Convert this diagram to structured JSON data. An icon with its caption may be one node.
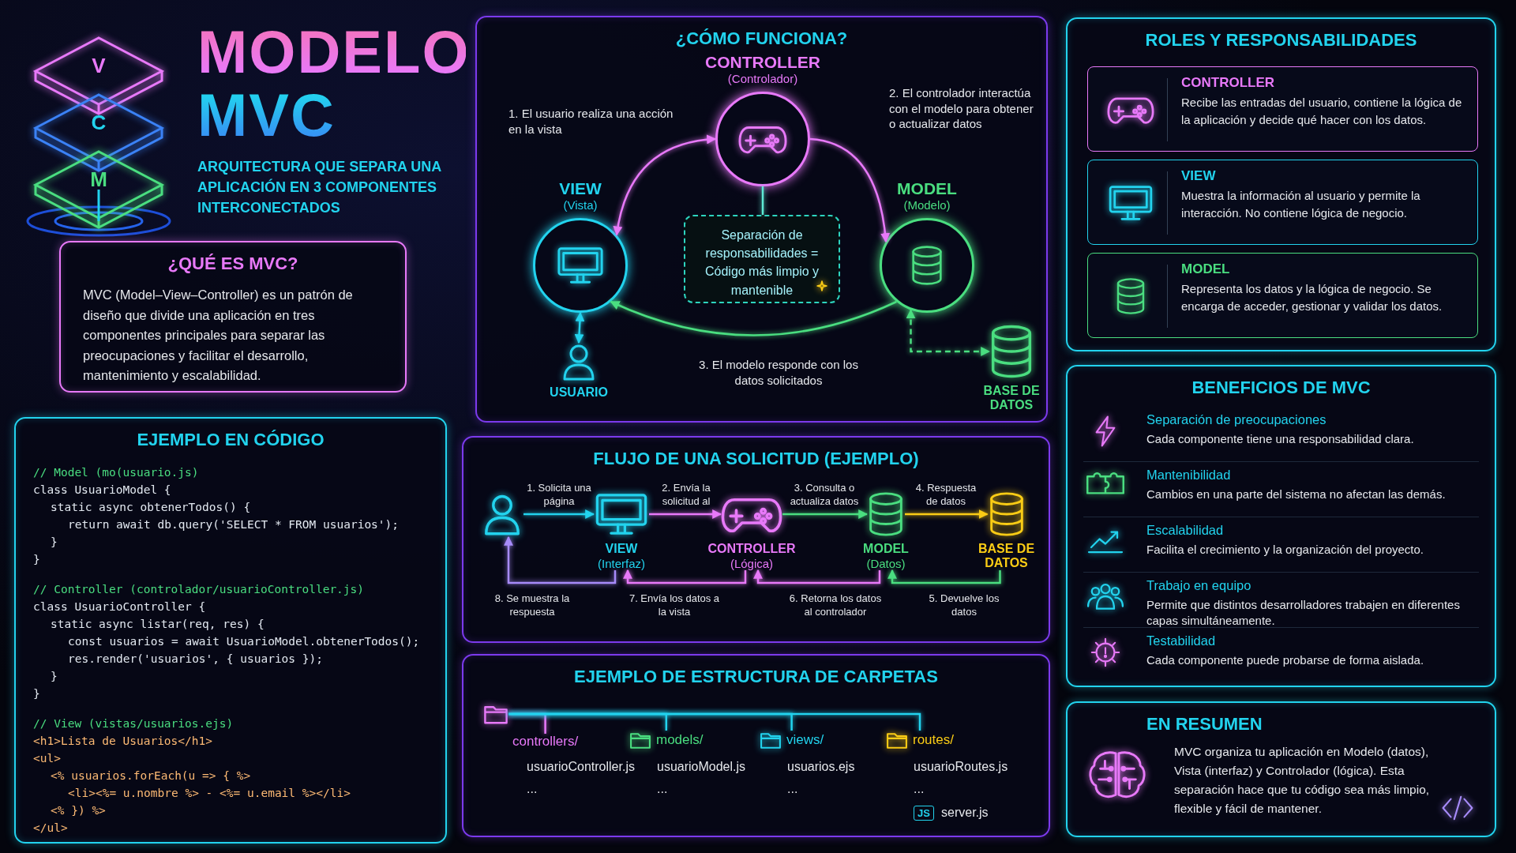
{
  "diagram": {
    "title": "MODELO MVC",
    "nodes": [
      {
        "text": [
          "¿QUÉ ES MVC?",
          "MVC (Model–View–Controller) es un patrón de diseño que divide una aplicación en tres componentes principales para separar las preocupaciones y facilitar el desarrollo, mantenimiento y escalabilidad."
        ]
      },
      {
        "text": [
          "¿CÓMO FUNCIONA?"
        ]
      },
      {
        "text": [
          "CONTROLLER",
          "(Controlador)"
        ],
        "in": 1
      },
      {
        "text": [
          "VIEW",
          "(Vista)"
        ],
        "in": 1
      },
      {
        "text": [
          "MODEL",
          "(Modelo)"
        ],
        "in": 1
      },
      {
        "text": [
          "Separación de responsabilidades = Código más limpio y mantenible"
        ],
        "in": 1
      },
      {
        "text": [
          "USUARIO"
        ],
        "in": 1
      },
      {
        "text": [
          "BASE DE DATOS"
        ],
        "in": 1
      },
      {
        "text": [
          "ROLES Y RESPONSABILIDADES"
        ]
      },
      {
        "text": [
          "CONTROLLER",
          "Recibe las entradas del usuario, contiene la lógica de la aplicación y decide qué hacer con los datos."
        ],
        "in": 8
      },
      {
        "text": [
          "VIEW",
          "Muestra la información al usuario y permite la interacción. No contiene lógica de negocio."
        ],
        "in": 8
      },
      {
        "text": [
          "MODEL",
          "Representa los datos y la lógica de negocio. Se encarga de acceder, gestionar y validar los datos."
        ],
        "in": 8
      },
      {
        "text": [
          "BENEFICIOS DE MVC"
        ]
      },
      {
        "text": [
          "EN RESUMEN",
          "MVC organiza tu aplicación en Modelo (datos), Vista (interfaz) y Controlador (lógica). Esta separación hace que tu código sea más limpio, flexible y fácil de mantener."
        ]
      },
      {
        "text": [
          "EJEMPLO EN CÓDIGO"
        ]
      },
      {
        "text": [
          "FLUJO DE UNA SOLICITUD (EJEMPLO)"
        ]
      },
      {
        "text": [],
        "shape": "person",
        "in": 15
      },
      {
        "text": [
          "VIEW",
          "(Interfaz)"
        ],
        "in": 15
      },
      {
        "text": [
          "CONTROLLER",
          "(Lógica)"
        ],
        "in": 15
      },
      {
        "text": [
          "MODEL",
          "(Datos)"
        ],
        "in": 15
      },
      {
        "text": [
          "BASE DE DATOS"
        ],
        "in": 15
      },
      {
        "text": [
          "EJEMPLO DE ESTRUCTURA DE CARPETAS"
        ]
      },
      {
        "text": [],
        "shape": "folder",
        "in": 21
      },
      {
        "text": [
          "controllers/"
        ],
        "in": 21
      },
      {
        "text": [
          "models/"
        ],
        "in": 21
      },
      {
        "text": [
          "views/"
        ],
        "in": 21
      },
      {
        "text": [
          "routes/"
        ],
        "in": 21
      }
    ],
    "edges": [
      {
        "from": 3,
        "to": 2,
        "arrow": "both",
        "label": "1. El usuario realiza una acción en la vista",
        "color": "#e879f9"
      },
      {
        "from": 2,
        "to": 4,
        "arrow": "to",
        "label": "2. El controlador interactúa con el modelo para obtener o actualizar datos",
        "color": "#e879f9"
      },
      {
        "from": 4,
        "to": 3,
        "arrow": "to",
        "label": "3. El modelo responde con los datos solicitados",
        "color": "#4ade80"
      },
      {
        "from": 2,
        "to": 5,
        "arrow": "none",
        "color": "#5eead4"
      },
      {
        "from": 6,
        "to": 3,
        "arrow": "both",
        "color": "#22d3ee"
      },
      {
        "from": 4,
        "to": 7,
        "arrow": "both",
        "style": "dashed",
        "color": "#4ade80"
      },
      {
        "from": 16,
        "to": 17,
        "arrow": "to",
        "label": "1. Solicita una página",
        "color": "#22d3ee"
      },
      {
        "from": 17,
        "to": 18,
        "arrow": "to",
        "label": "2. Envía la solicitud al",
        "color": "#e879f9"
      },
      {
        "from": 18,
        "to": 19,
        "arrow": "to",
        "label": "3. Consulta o actualiza datos",
        "color": "#4ade80"
      },
      {
        "from": 19,
        "to": 20,
        "arrow": "to",
        "label": "4. Respuesta de datos",
        "color": "#facc15"
      },
      {
        "from": 20,
        "to": 19,
        "arrow": "to",
        "label": "5. Devuelve los datos",
        "color": "#4ade80"
      },
      {
        "from": 19,
        "to": 18,
        "arrow": "to",
        "label": "6. Retorna los datos al controlador",
        "color": "#e879f9"
      },
      {
        "from": 18,
        "to": 17,
        "arrow": "to",
        "label": "7. Envía los datos a la vista",
        "color": "#e879f9"
      },
      {
        "from": 17,
        "to": 16,
        "arrow": "to",
        "label": "8. Se muestra la respuesta",
        "color": "#a78bfa"
      },
      {
        "from": 22,
        "to": 23,
        "arrow": "none",
        "color": "#e879f9"
      },
      {
        "from": 22,
        "to": 24,
        "arrow": "none",
        "color": "#22d3ee"
      },
      {
        "from": 22,
        "to": 25,
        "arrow": "none",
        "color": "#22d3ee"
      },
      {
        "from": 22,
        "to": 26,
        "arrow": "none",
        "color": "#22d3ee"
      }
    ],
    "labels": [
      "V",
      "C",
      "M",
      "ARQUITECTURA QUE SEPARA UNA APLICACIÓN EN 3 COMPONENTES INTERCONECTADOS",
      "// Model (mo(usuario.js)",
      "class UsuarioModel {",
      "static async obtenerTodos() {",
      "return await db.query('SELECT * FROM usuarios');",
      "}",
      "}",
      "// Controller (controlador/usuarioController.js)",
      "class UsuarioController {",
      "static async listar(req, res) {",
      "const usuarios = await UsuarioModel.obtenerTodos();",
      "res.render('usuarios', { usuarios });",
      "}",
      "}",
      "// View (vistas/usuarios.ejs)",
      "<h1>Lista de Usuarios</h1>",
      "<ul>",
      "<% usuarios.forEach(u => { %>",
      "<li><%= u.nombre %> - <%= u.email %></li>",
      "<% }) %>",
      "</ul>",
      "Separación de preocupaciones",
      "Cada componente tiene una responsabilidad clara.",
      "Mantenibilidad",
      "Cambios en una parte del sistema no afectan las demás.",
      "Escalabilidad",
      "Facilita el crecimiento y la organización del proyecto.",
      "Trabajo en equipo",
      "Permite que distintos desarrolladores trabajen en diferentes capas simultáneamente.",
      "Testabilidad",
      "Cada componente puede probarse de forma aislada.",
      "usuarioController.js",
      "...",
      "usuarioModel.js",
      "...",
      "usuarios.ejs",
      "...",
      "usuarioRoutes.js",
      "...",
      "JS",
      "server.js"
    ]
  }
}
